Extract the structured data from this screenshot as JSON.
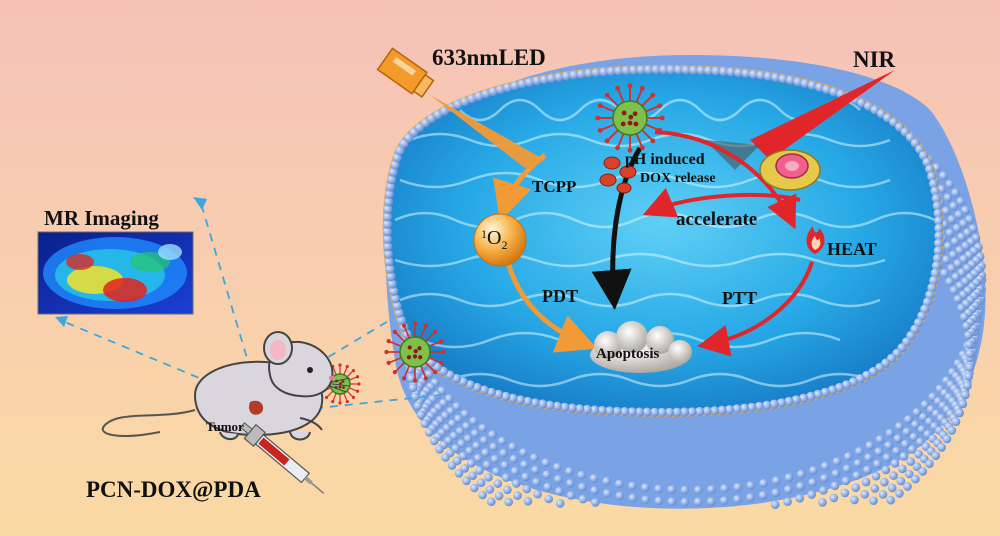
{
  "labels": {
    "light_source": "633nmLED",
    "nir": "NIR",
    "mr_imaging": "MR Imaging",
    "tcpp": "TCPP",
    "singlet_oxygen_sup": "1",
    "singlet_oxygen_main": "O",
    "singlet_oxygen_sub": "2",
    "ph_line1": "pH induced",
    "ph_line2": "DOX release",
    "accelerate": "accelerate",
    "heat": "HEAT",
    "pdt": "PDT",
    "ptt": "PTT",
    "apoptosis": "Apoptosis",
    "tumor": "Tumor",
    "nanoparticle_name": "PCN-DOX@PDA"
  },
  "colors": {
    "bg_top": "#f6c3b8",
    "bg_bottom": "#f9d9a6",
    "water": "#2fb2ea",
    "membrane_head": "#7fa9e8",
    "lipid_tail": "#e2a83c",
    "orange_arrow": "#f29a35",
    "red_arrow": "#e0262a",
    "black_arrow": "#111111",
    "dashed_line": "#3da6dd"
  }
}
